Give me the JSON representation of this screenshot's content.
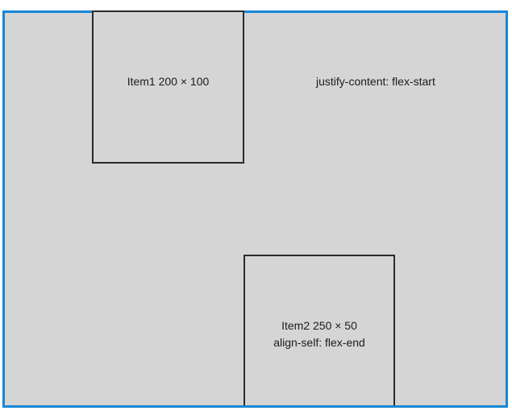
{
  "colors": {
    "container-border": "#1786d7",
    "container-bg": "#d5d5d5",
    "item-border": "#2b2b2b",
    "text-color": "#1c1c1c",
    "page-bg": "#ffffff"
  },
  "diagram": {
    "container_label": "justify-content: flex-start",
    "items": [
      {
        "label": "Item1 200 × 100"
      },
      {
        "label": "Item2 250 × 50",
        "align_label": "align-self: flex-end"
      }
    ]
  }
}
